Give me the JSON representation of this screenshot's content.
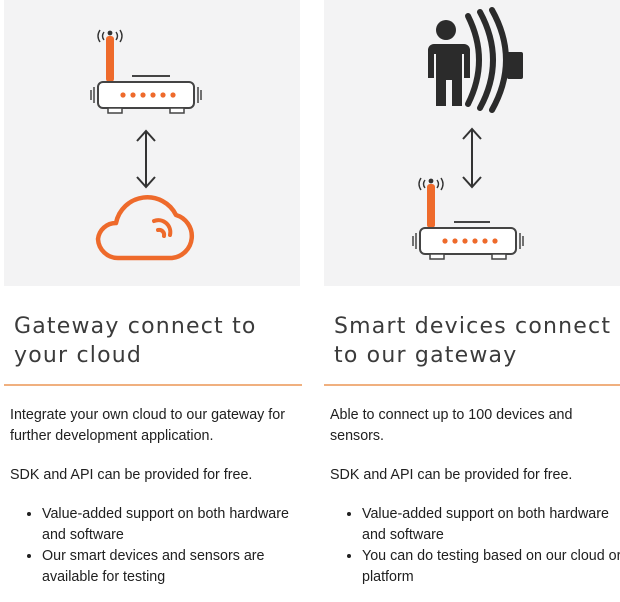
{
  "cards": [
    {
      "title": "Gateway connect to your cloud",
      "desc": "Integrate your own cloud to our gateway for further development application.",
      "sdk": "SDK and API can be provided for free.",
      "bullets": [
        "Value-added support on both hardware and software",
        "Our smart devices and sensors are available for testing"
      ],
      "icons": [
        "router-icon",
        "double-arrow-icon",
        "cloud-icon"
      ]
    },
    {
      "title": "Smart devices connect to our gateway",
      "desc": "Able to connect up to 100 devices and sensors.",
      "sdk": "SDK and API can be provided for free.",
      "bullets": [
        "Value-added support on both hardware and software",
        "You can do testing based on our cloud or platform"
      ],
      "icons": [
        "person-signal-icon",
        "double-arrow-icon",
        "router-icon"
      ]
    }
  ],
  "colors": {
    "accent": "#ee6a2b",
    "rule": "#f0b07f",
    "panel": "#f3f3f4",
    "icon_dark": "#2b2b2b"
  }
}
